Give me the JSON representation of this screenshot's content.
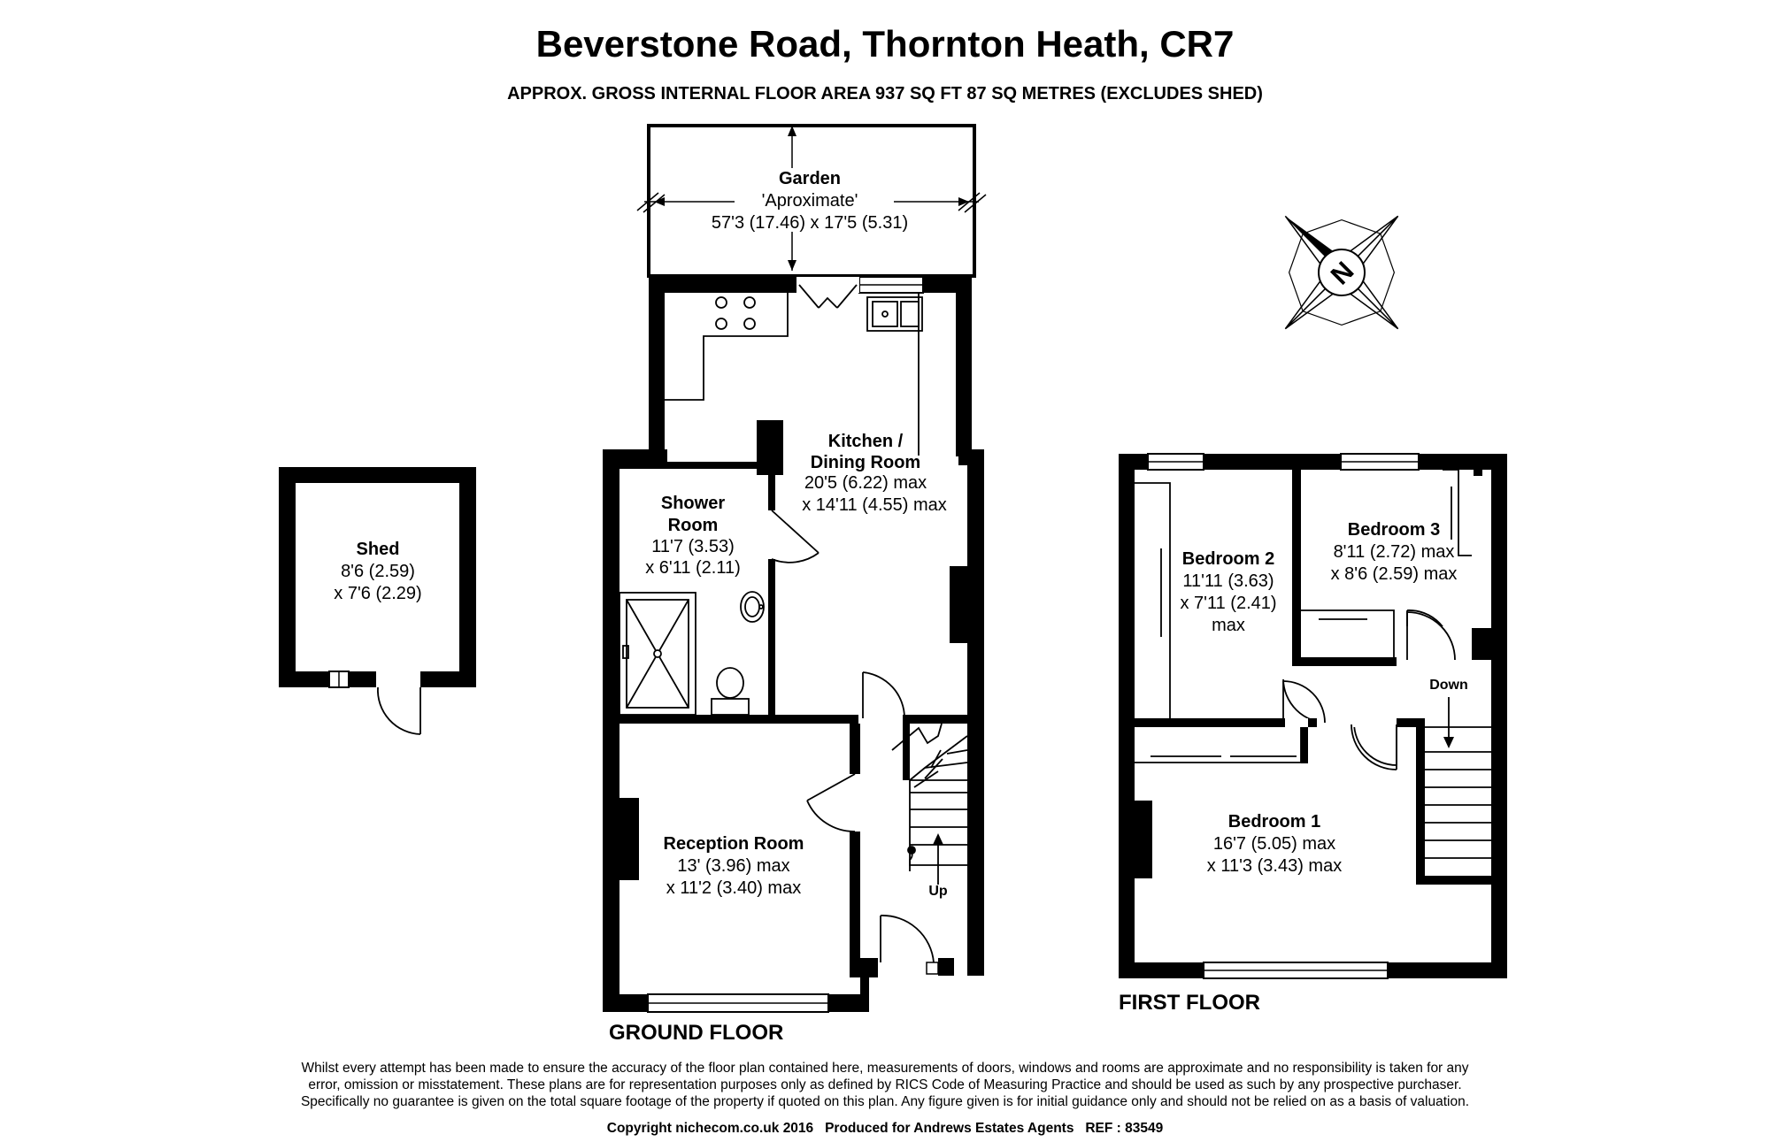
{
  "header": {
    "title": "Beverstone Road, Thornton Heath, CR7",
    "subtitle": "APPROX. GROSS INTERNAL FLOOR AREA 937 SQ FT 87 SQ METRES (EXCLUDES SHED)"
  },
  "rooms": {
    "garden": {
      "name": "Garden",
      "note": "'Aproximate'",
      "dims": "57'3 (17.46) x 17'5 (5.31)"
    },
    "kitchen": {
      "name_line1": "Kitchen /",
      "name_line2": "Dining Room",
      "dims_line1": "20'5 (6.22) max",
      "dims_line2": "x 14'11 (4.55) max"
    },
    "shower": {
      "name_line1": "Shower",
      "name_line2": "Room",
      "dims_line1": "11'7 (3.53)",
      "dims_line2": "x 6'11 (2.11)"
    },
    "reception": {
      "name": "Reception Room",
      "dims_line1": "13' (3.96) max",
      "dims_line2": "x 11'2 (3.40) max"
    },
    "shed": {
      "name": "Shed",
      "dims_line1": "8'6 (2.59)",
      "dims_line2": "x 7'6 (2.29)"
    },
    "bedroom1": {
      "name": "Bedroom 1",
      "dims_line1": "16'7 (5.05) max",
      "dims_line2": "x 11'3 (3.43) max"
    },
    "bedroom2": {
      "name": "Bedroom 2",
      "dims_line1": "11'11 (3.63)",
      "dims_line2": "x 7'11 (2.41)",
      "dims_line3": "max"
    },
    "bedroom3": {
      "name": "Bedroom 3",
      "dims_line1": "8'11 (2.72) max",
      "dims_line2": "x 8'6 (2.59) max"
    }
  },
  "stairs": {
    "up": "Up",
    "down": "Down"
  },
  "floors": {
    "ground": "GROUND FLOOR",
    "first": "FIRST FLOOR"
  },
  "compass": {
    "letter": "N"
  },
  "footer": {
    "disclaimer_line1": "Whilst every attempt has been made to ensure the accuracy of the floor plan contained here, measurements of doors, windows and rooms are approximate and no responsibility is taken for any",
    "disclaimer_line2": "error, omission or misstatement. These plans are for representation purposes only as defined by RICS Code of Measuring Practice and should be used as such by any prospective purchaser.",
    "disclaimer_line3": "Specifically no guarantee is given on the total square footage of the property if quoted on this plan. Any figure given is for initial guidance only and should not be relied on as a basis of valuation.",
    "copyright": "Copyright nichecom.co.uk 2016   Produced for Andrews Estates Agents   REF : 83549"
  }
}
